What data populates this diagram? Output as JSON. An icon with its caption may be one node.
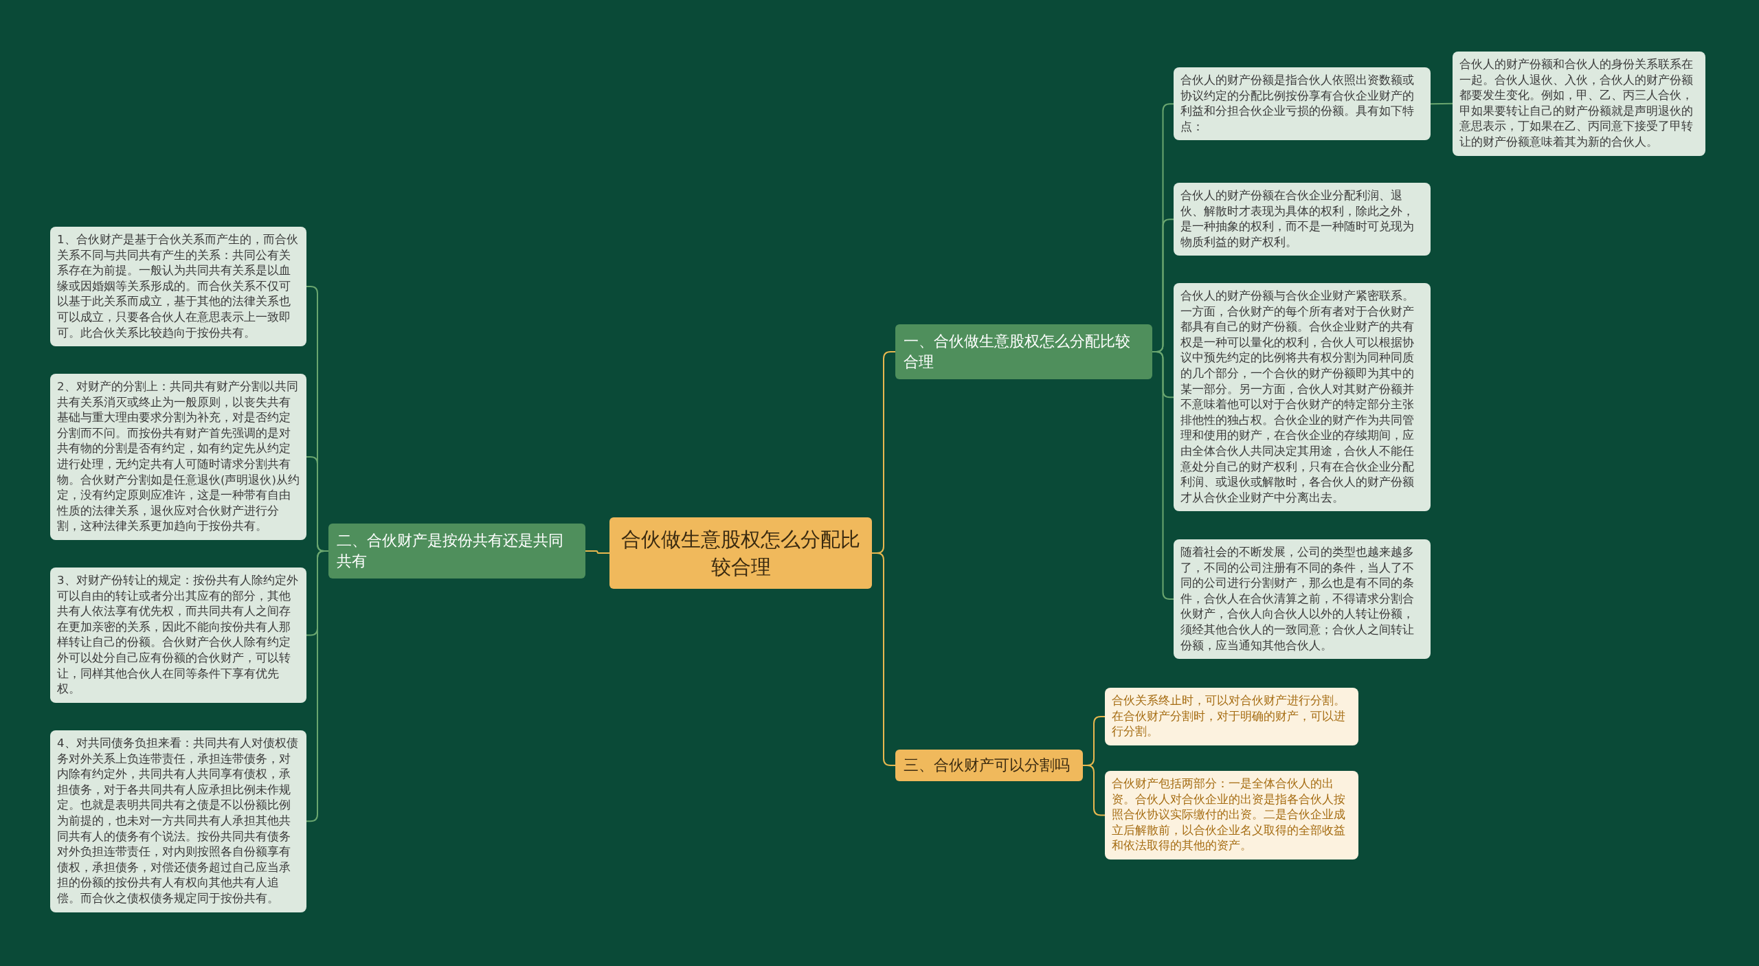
{
  "diagram": {
    "nodes": [
      {
        "text": [
          "合伙做生意股权怎么分配比较合理"
        ]
      },
      {
        "text": [
          "一、合伙做生意股权怎么分配比较合理"
        ]
      },
      {
        "text": [
          "二、合伙财产是按份共有还是共同共有"
        ]
      },
      {
        "text": [
          "三、合伙财产可以分割吗"
        ]
      },
      {
        "text": [
          "合伙人的财产份额是指合伙人依照出资数额或协议约定的分配比例按份享有合伙企业财产的利益和分担合伙企业亏损的份额。具有如下特点："
        ]
      },
      {
        "text": [
          "合伙人的财产份额和合伙人的身份关系联系在一起。合伙人退伙、入伙，合伙人的财产份额都要发生变化。例如，甲、乙、丙三人合伙，甲如果要转让自己的财产份额就是声明退伙的意思表示，丁如果在乙、丙同意下接受了甲转让的财产份额意味着其为新的合伙人。"
        ]
      },
      {
        "text": [
          "合伙人的财产份额在合伙企业分配利润、退伙、解散时才表现为具体的权利，除此之外，是一种抽象的权利，而不是一种随时可兑现为物质利益的财产权利。"
        ]
      },
      {
        "text": [
          "合伙人的财产份额与合伙企业财产紧密联系。一方面，合伙财产的每个所有者对于合伙财产都具有自己的财产份额。合伙企业财产的共有权是一种可以量化的权利，合伙人可以根据协议中预先约定的比例将共有权分割为同种同质的几个部分，一个合伙的财产份额即为其中的某一部分。另一方面，合伙人对其财产份额并不意味着他可以对于合伙财产的特定部分主张排他性的独占权。合伙企业的财产作为共同管理和使用的财产，在合伙企业的存续期间，应由全体合伙人共同决定其用途，合伙人不能任意处分自己的财产权利，只有在合伙企业分配利润、或退伙或解散时，各合伙人的财产份额才从合伙企业财产中分离出去。"
        ]
      },
      {
        "text": [
          "随着社会的不断发展，公司的类型也越来越多了，不同的公司注册有不同的条件，当人了不同的公司进行分割财产，那么也是有不同的条件，合伙人在合伙清算之前，不得请求分割合伙财产，合伙人向合伙人以外的人转让份额，须经其他合伙人的一致同意；合伙人之间转让份额，应当通知其他合伙人。"
        ]
      },
      {
        "text": [
          "1、合伙财产是基于合伙关系而产生的，而合伙关系不同与共同共有产生的关系：共同公有关系存在为前提。一般认为共同共有关系是以血缘或因婚姻等关系形成的。而合伙关系不仅可以基于此关系而成立，基于其他的法律关系也可以成立，只要各合伙人在意思表示上一致即可。此合伙关系比较趋向于按份共有。"
        ]
      },
      {
        "text": [
          "2、对财产的分割上：共同共有财产分割以共同共有关系消灭或终止为一般原则，以丧失共有基础与重大理由要求分割为补充，对是否约定分割而不问。而按份共有财产首先强调的是对共有物的分割是否有约定，如有约定先从约定进行处理，无约定共有人可随时请求分割共有物。合伙财产分割如是任意退伙(声明退伙)从约定，没有约定原则应准许，这是一种带有自由性质的法律关系，退伙应对合伙财产进行分割，这种法律关系更加趋向于按份共有。"
        ]
      },
      {
        "text": [
          "3、对财产份转让的规定：按份共有人除约定外可以自由的转让或者分出其应有的部分，其他共有人依法享有优先权，而共同共有人之间存在更加亲密的关系，因此不能向按份共有人那样转让自己的份额。合伙财产合伙人除有约定外可以处分自己应有份额的合伙财产，可以转让，同样其他合伙人在同等条件下享有优先权。"
        ]
      },
      {
        "text": [
          "4、对共同债务负担来看：共同共有人对债权债务对外关系上负连带责任，承担连带债务，对内除有约定外，共同共有人共同享有债权，承担债务，对于各共同共有人应承担比例未作规定。也就是表明共同共有之债是不以份额比例为前提的，也未对一方共同共有人承担其他共同共有人的债务有个说法。按份共同共有债务对外负担连带责任，对内则按照各自份额享有债权，承担债务，对偿还债务超过自己应当承担的份额的按份共有人有权向其他共有人追偿。而合伙之债权债务规定同于按份共有。"
        ]
      },
      {
        "text": [
          "合伙关系终止时，可以对合伙财产进行分割。在合伙财产分割时，对于明确的财产，可以进行分割。"
        ]
      },
      {
        "text": [
          "合伙财产包括两部分：一是全体合伙人的出资。合伙人对合伙企业的出资是指各合伙人按照合伙协议实际缴付的出资。二是合伙企业成立后解散前，以合伙企业名义取得的全部收益和依法取得的其他的资产。"
        ]
      }
    ],
    "edges": [
      {
        "from": 0,
        "to": 1,
        "arrow": "none",
        "color": "#e8b84f"
      },
      {
        "from": 0,
        "to": 2,
        "arrow": "none",
        "color": "#e8b84f"
      },
      {
        "from": 0,
        "to": 3,
        "arrow": "none",
        "color": "#e8b84f"
      },
      {
        "from": 1,
        "to": 4,
        "arrow": "none"
      },
      {
        "from": 4,
        "to": 5,
        "arrow": "none"
      },
      {
        "from": 1,
        "to": 6,
        "arrow": "none"
      },
      {
        "from": 1,
        "to": 7,
        "arrow": "none"
      },
      {
        "from": 1,
        "to": 8,
        "arrow": "none"
      },
      {
        "from": 2,
        "to": 9,
        "arrow": "none"
      },
      {
        "from": 2,
        "to": 10,
        "arrow": "none"
      },
      {
        "from": 2,
        "to": 11,
        "arrow": "none"
      },
      {
        "from": 2,
        "to": 12,
        "arrow": "none"
      },
      {
        "from": 3,
        "to": 13,
        "arrow": "none",
        "color": "#e8b84f"
      },
      {
        "from": 3,
        "to": 14,
        "arrow": "none",
        "color": "#e8b84f"
      }
    ]
  }
}
